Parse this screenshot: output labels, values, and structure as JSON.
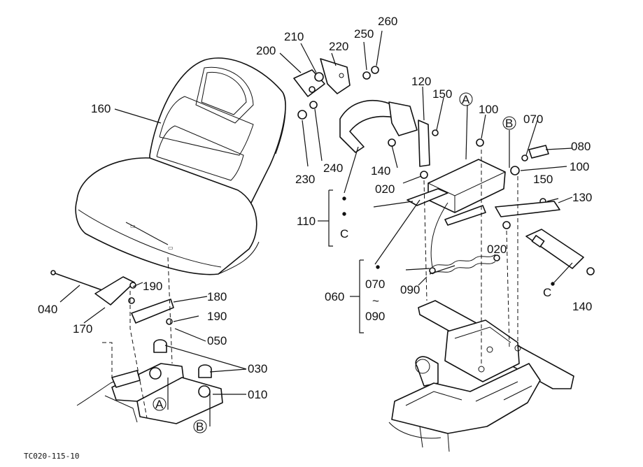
{
  "callouts": [
    "010",
    "020",
    "020",
    "030",
    "040",
    "050",
    "060",
    "070",
    "070",
    "080",
    "090",
    "090",
    "100",
    "100",
    "110",
    "120",
    "130",
    "140",
    "140",
    "150",
    "150",
    "160",
    "170",
    "180",
    "190",
    "190",
    "200",
    "210",
    "220",
    "230",
    "240",
    "250",
    "260"
  ],
  "range_labels": [
    "070",
    "~",
    "090"
  ],
  "letters": [
    "A",
    "A",
    "B",
    "B",
    "C",
    "C"
  ],
  "figure_code": "TC020-115-10"
}
